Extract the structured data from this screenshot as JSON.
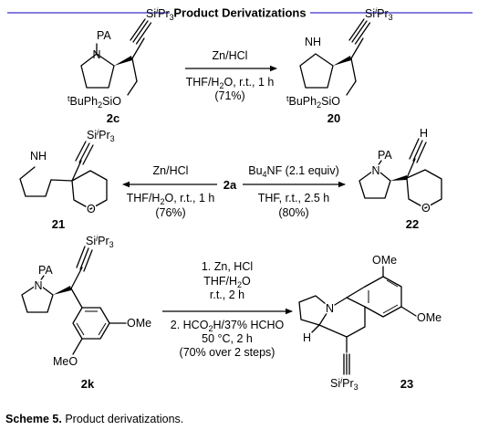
{
  "header": {
    "title": "Product Derivatizations",
    "rule_color": "#5b52d6"
  },
  "caption": {
    "label": "Scheme 5.",
    "text": " Product derivatizations."
  },
  "compounds": {
    "c2c": {
      "id": "2c",
      "pa": "PA",
      "nh": "N",
      "si": "Si",
      "si_sup": "i",
      "si_pr": "Pr",
      "si_sub": "3",
      "tbu_sup": "t",
      "tbu": "BuPh",
      "tbu_sub": "2",
      "sio": "SiO"
    },
    "c20": {
      "id": "20",
      "nh": "N",
      "h": "H",
      "si": "Si",
      "si_sup": "i",
      "si_pr": "Pr",
      "si_sub": "3",
      "tbu_sup": "t",
      "tbu": "BuPh",
      "tbu_sub": "2",
      "sio": "SiO"
    },
    "c21": {
      "id": "21",
      "nh": "N",
      "h": "H",
      "o": "O",
      "si": "Si",
      "si_sup": "i",
      "si_pr": "Pr",
      "si_sub": "3"
    },
    "c2a": {
      "id": "2a"
    },
    "c22": {
      "id": "22",
      "pa": "PA",
      "nh": "N",
      "o": "O",
      "h": "H"
    },
    "c2k": {
      "id": "2k",
      "pa": "PA",
      "nh": "N",
      "ome1": "OMe",
      "ome2": "MeO",
      "si": "Si",
      "si_sup": "i",
      "si_pr": "Pr",
      "si_sub": "3"
    },
    "c23": {
      "id": "23",
      "n": "N",
      "h": "H",
      "ome1": "OMe",
      "ome2": "OMe",
      "si": "Si",
      "si_sup": "i",
      "si_pr": "Pr",
      "si_sub": "3"
    }
  },
  "reactions": {
    "r1": {
      "reagent": "Zn/HCl",
      "cond_pre": "THF/H",
      "cond_sub": "2",
      "cond_post": "O, r.t., 1 h",
      "yield": "(71%)"
    },
    "r2": {
      "reagent": "Zn/HCl",
      "cond_pre": "THF/H",
      "cond_sub": "2",
      "cond_post": "O, r.t., 1 h",
      "yield": "(76%)"
    },
    "r3": {
      "reagent_pre": "Bu",
      "reagent_sub": "4",
      "reagent_post": "NF (2.1 equiv)",
      "cond": "THF, r.t., 2.5 h",
      "yield": "(80%)"
    },
    "r4": {
      "step1": "1. Zn, HCl",
      "step1b_pre": "THF/H",
      "step1b_sub": "2",
      "step1b_post": "O",
      "step1c": "r.t., 2 h",
      "step2_pre": "2. HCO",
      "step2_sub": "2",
      "step2_post": "H/37% HCHO",
      "step2b": "50 °C, 2 h",
      "yield": "(70% over 2 steps)"
    }
  }
}
